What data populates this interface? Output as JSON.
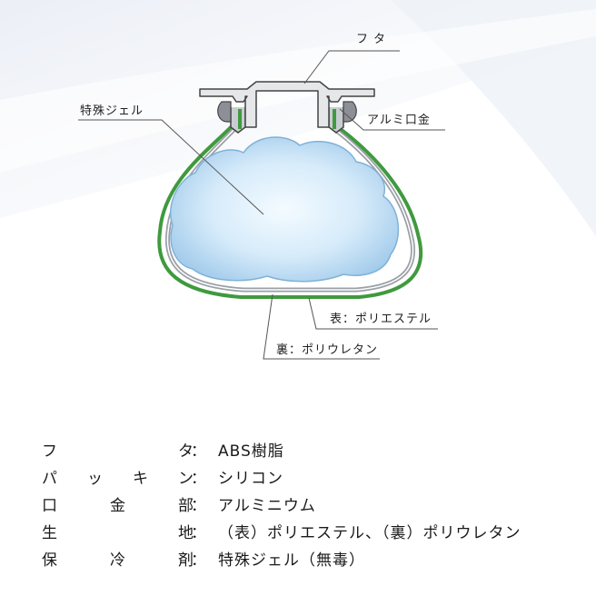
{
  "colors": {
    "gel_fill": "#cfe6f7",
    "gel_highlight": "#f4fbff",
    "lining_outer": "#3f9a3e",
    "lining_inner": "#9aa0a6",
    "cap": "#e6e7e9",
    "outline": "#444444"
  },
  "diagram": {
    "labels": {
      "futa": "フタ",
      "gel": "特殊ジェル",
      "aluminum_mouth": "アルミ口金",
      "outer_layer": "表：ポリエステル",
      "inner_layer": "裏：ポリウレタン"
    }
  },
  "specs": [
    {
      "key": [
        "フ",
        "タ"
      ],
      "colon": "：",
      "value": "ABS樹脂"
    },
    {
      "key": [
        "パ",
        "ッ",
        "キ",
        "ン"
      ],
      "colon": "：",
      "value": "シリコン"
    },
    {
      "key": [
        "口",
        "金",
        "部"
      ],
      "colon": "：",
      "value": "アルミニウム"
    },
    {
      "key": [
        "生",
        "地"
      ],
      "colon": "：",
      "value": "（表）ポリエステル、（裏）ポリウレタン"
    },
    {
      "key": [
        "保",
        "冷",
        "剤"
      ],
      "colon": "：",
      "value": "特殊ジェル（無毒）"
    }
  ]
}
